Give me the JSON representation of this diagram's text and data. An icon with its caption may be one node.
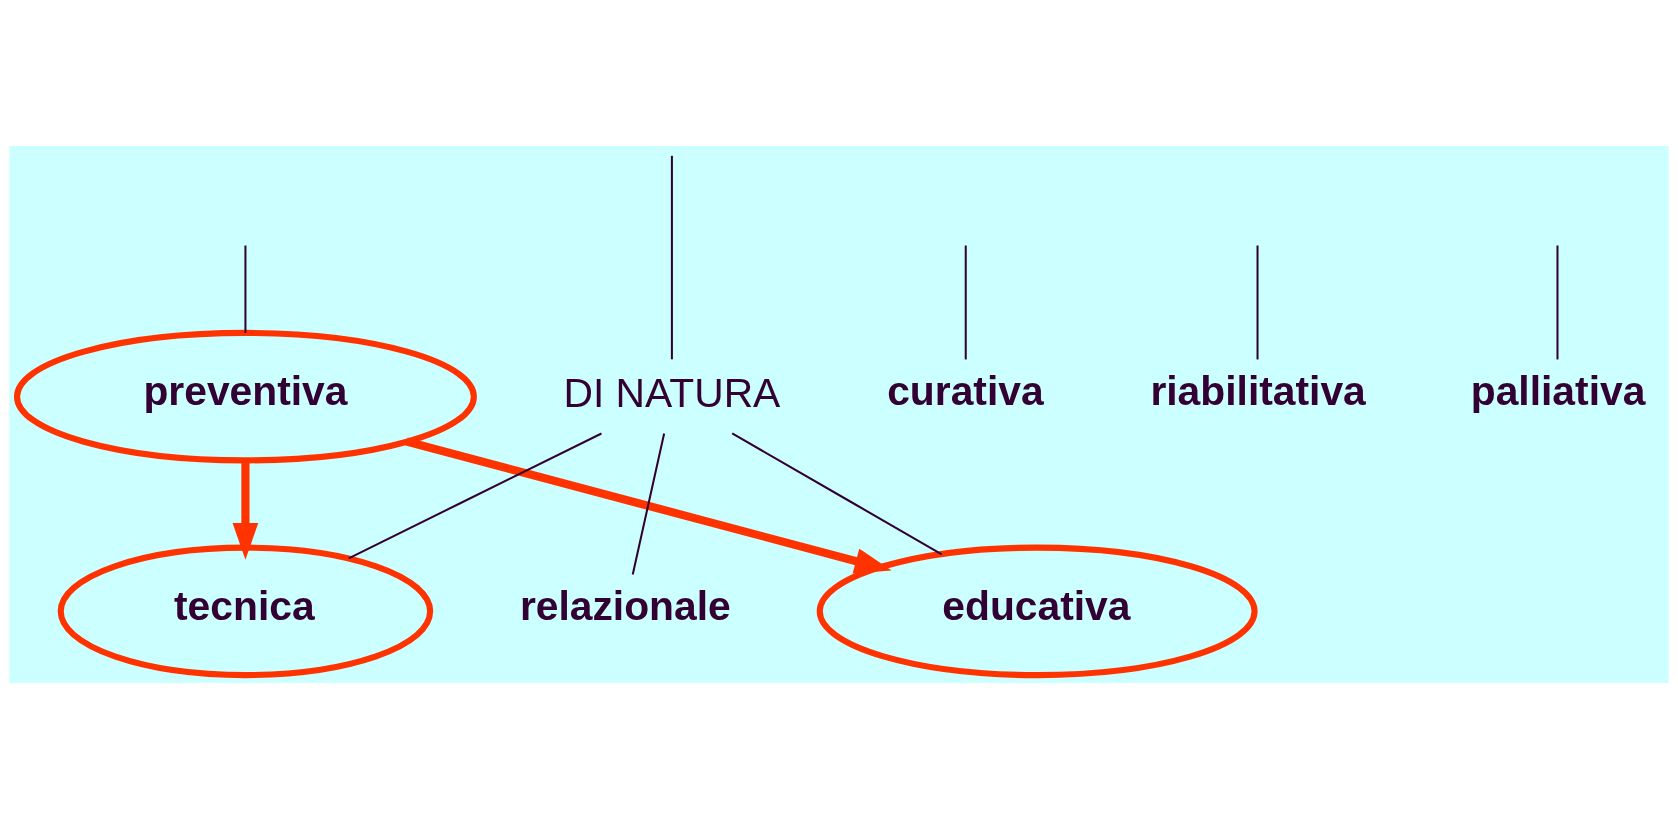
{
  "diagram": {
    "nodes": [
      {
        "text": [
          "preventiva"
        ]
      },
      {
        "text": [
          "curativa"
        ]
      },
      {
        "text": [
          "riabilitativa"
        ]
      },
      {
        "text": [
          "palliativa"
        ]
      },
      {
        "text": [
          "DI NATURA"
        ]
      },
      {
        "text": [
          "tecnica"
        ]
      },
      {
        "text": [
          "relazionale"
        ]
      },
      {
        "text": [
          "educativa"
        ]
      }
    ],
    "edges": [
      {
        "from": null,
        "to": 0,
        "arrow": "none"
      },
      {
        "from": null,
        "to": 1,
        "arrow": "none"
      },
      {
        "from": null,
        "to": 2,
        "arrow": "none"
      },
      {
        "from": null,
        "to": 3,
        "arrow": "none"
      },
      {
        "from": null,
        "to": 4,
        "arrow": "none"
      },
      {
        "from": 4,
        "to": 5,
        "arrow": "none"
      },
      {
        "from": 4,
        "to": 6,
        "arrow": "none"
      },
      {
        "from": 4,
        "to": 7,
        "arrow": "none"
      },
      {
        "from": 0,
        "to": 5,
        "arrow": "to",
        "style": "thick",
        "color": "#ff3300"
      },
      {
        "from": 0,
        "to": 7,
        "arrow": "to",
        "style": "thick",
        "color": "#ff3300"
      }
    ]
  }
}
